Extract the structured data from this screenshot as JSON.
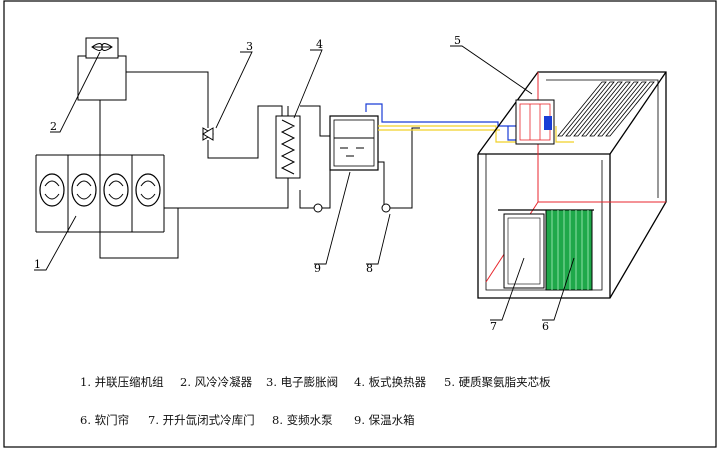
{
  "callouts": [
    "1",
    "2",
    "3",
    "4",
    "5",
    "6",
    "7",
    "8",
    "9"
  ],
  "legend": [
    "1. 并联压缩机组",
    "2. 风冷冷凝器",
    "3. 电子膨胀阀",
    "4. 板式换热器",
    "5. 硬质聚氨脂夹芯板",
    "6. 软门帘",
    "7. 开升氙闭式冷库门",
    "8. 变频水泵",
    "9. 保温水箱"
  ],
  "colors": {
    "line": "#000000",
    "red": "#e8262c",
    "blue": "#1a3dd6",
    "yellow": "#f0d028",
    "green": "#1fa84a",
    "water": "#3a9ad9"
  }
}
